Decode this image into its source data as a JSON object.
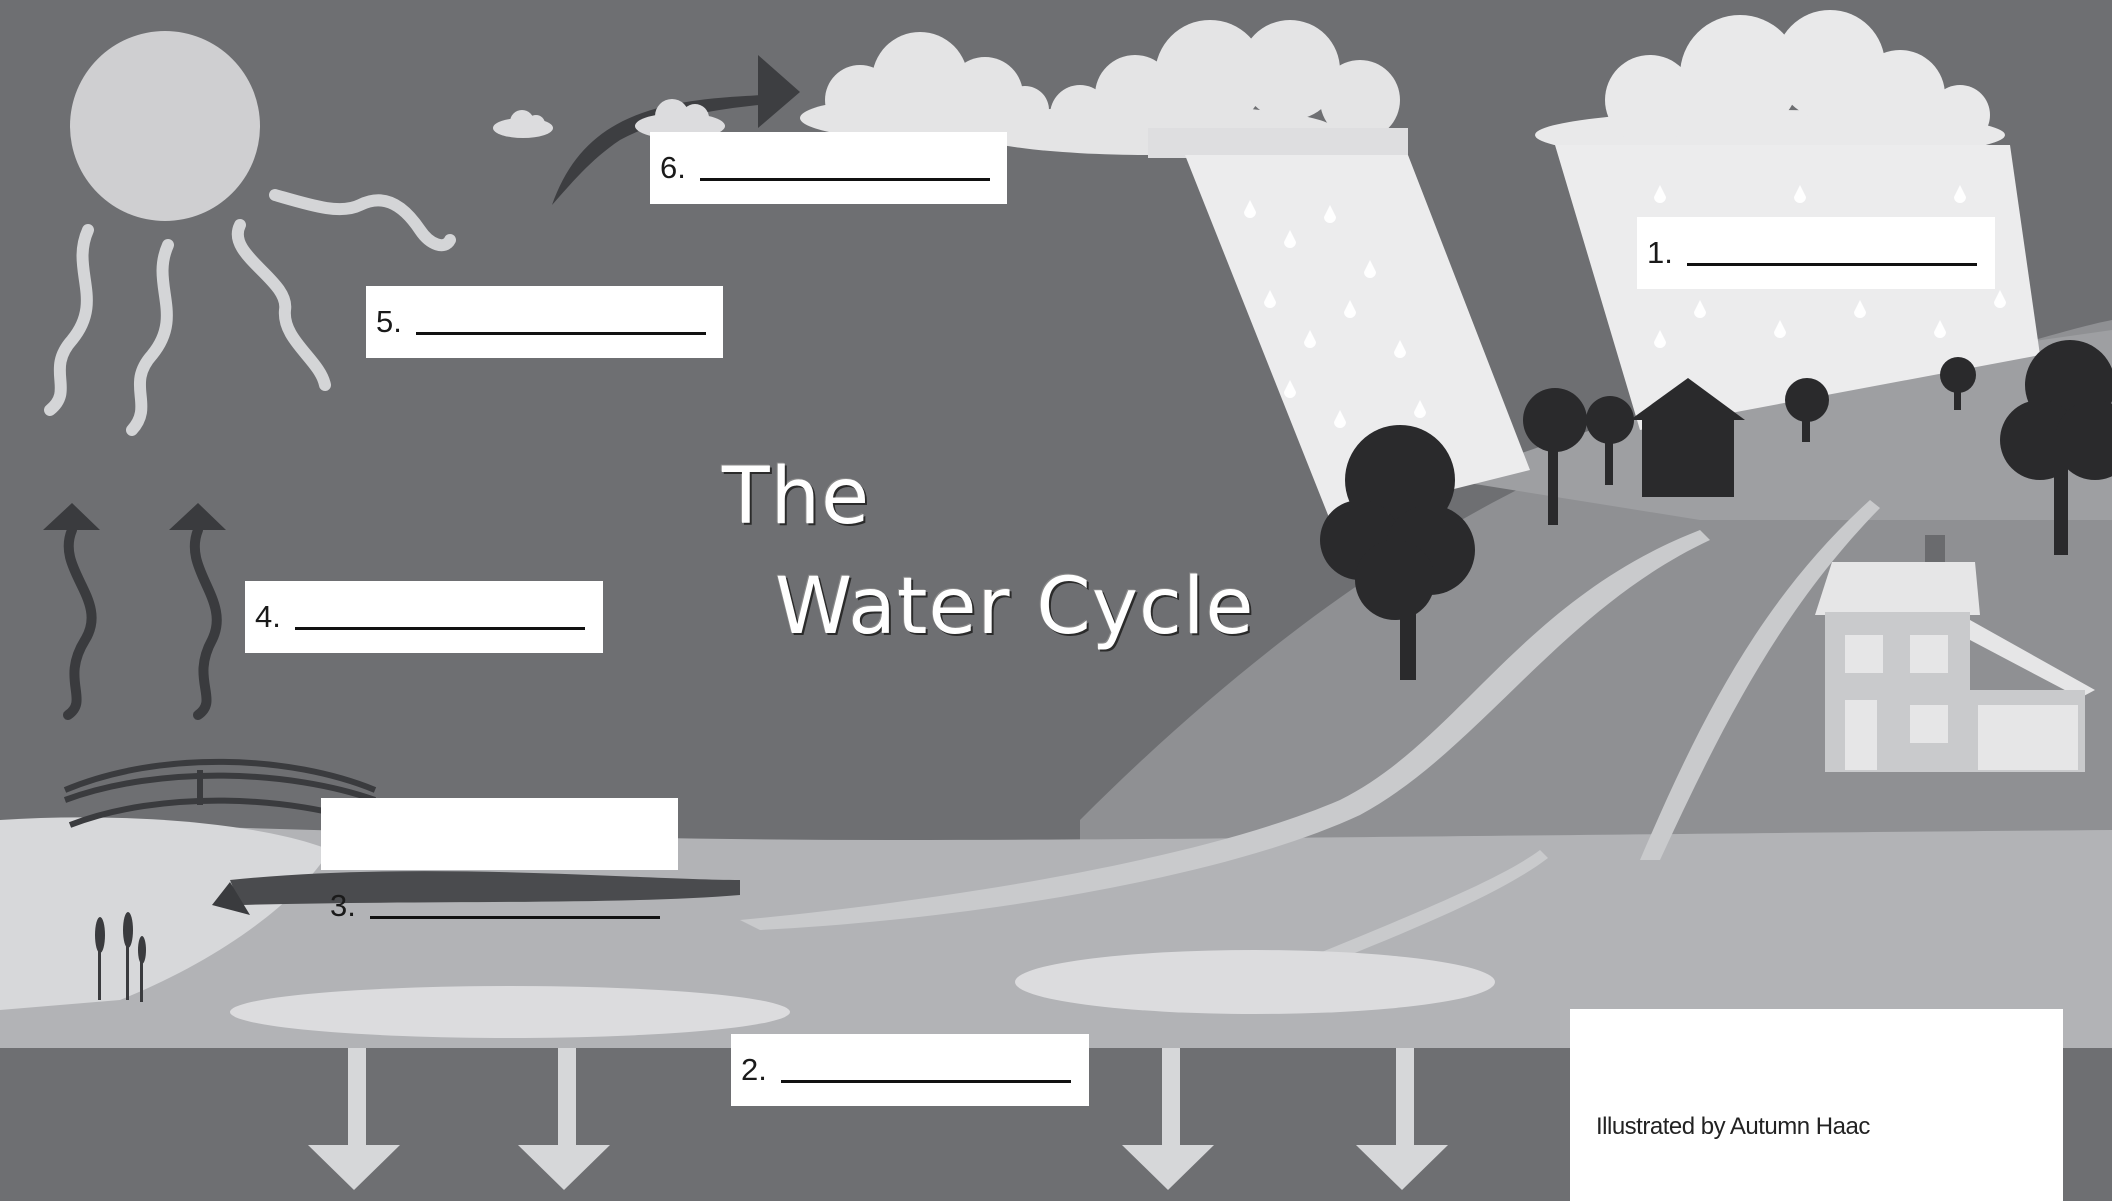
{
  "title": {
    "line1": "The",
    "line2": "Water Cycle"
  },
  "labels": [
    {
      "number": "1.",
      "blank": "",
      "stage_icon": "rain-precipitation"
    },
    {
      "number": "2.",
      "blank": "",
      "stage_icon": "groundwater-arrows"
    },
    {
      "number": "3.",
      "blank": "",
      "stage_icon": "runoff-collection"
    },
    {
      "number": "4.",
      "blank": "",
      "stage_icon": "rising-vapor-arrows"
    },
    {
      "number": "5.",
      "blank": "",
      "stage_icon": "sun-heat-waves"
    },
    {
      "number": "6.",
      "blank": "",
      "stage_icon": "cloud-arrow"
    }
  ],
  "credit": "Illustrated by Autumn Haac",
  "colors": {
    "sky": "#6e6f72",
    "sun": "#cfcfd1",
    "cloud": "#e4e4e5",
    "rain": "#ededee",
    "hill": "#9a9b9e",
    "ground": "#b2b3b6",
    "water": "#dcdcde",
    "tree": "#2a2a2c",
    "arrow": "#3c3d40"
  }
}
